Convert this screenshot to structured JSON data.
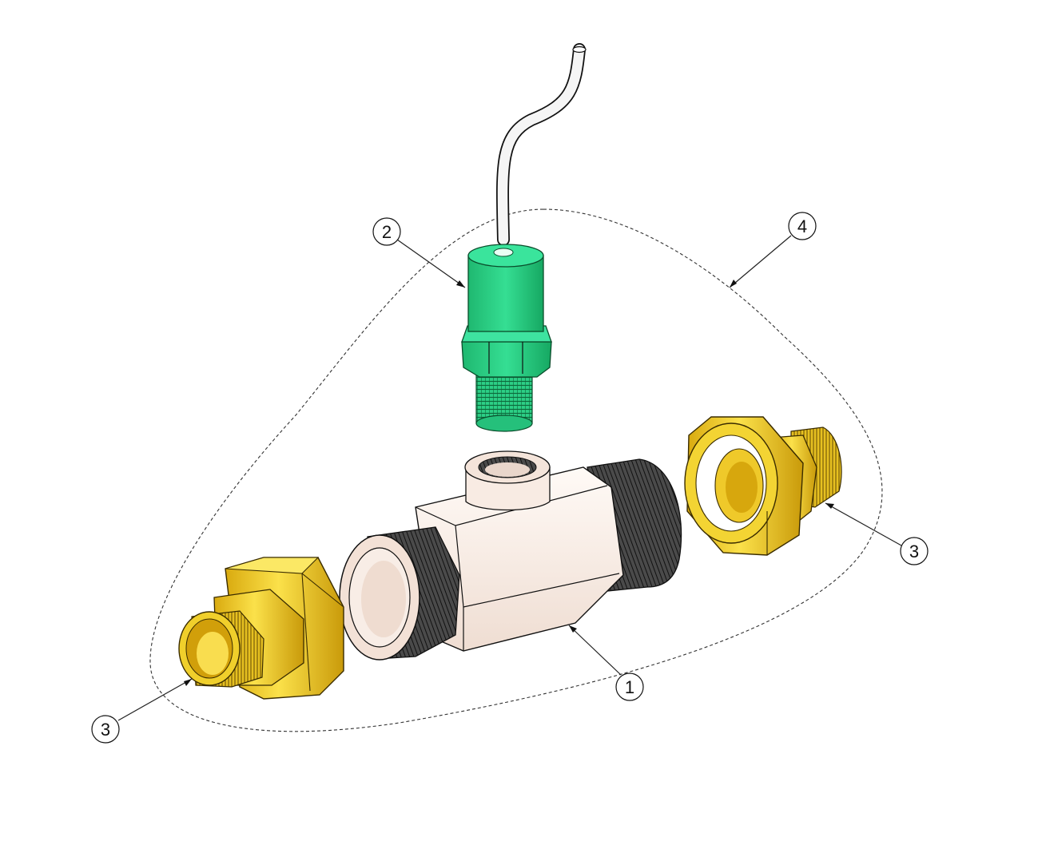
{
  "drawing": {
    "balloons": [
      {
        "id": "balloon-1",
        "label": "1"
      },
      {
        "id": "balloon-2",
        "label": "2"
      },
      {
        "id": "balloon-3-left",
        "label": "3"
      },
      {
        "id": "balloon-3-right",
        "label": "3"
      },
      {
        "id": "balloon-4",
        "label": "4"
      }
    ],
    "colors": {
      "brass": "#f2d21a",
      "brass_dark": "#c9a30e",
      "sensor_green": "#2fd38a",
      "body": "#f7e7dd",
      "thread": "#2a2a2a",
      "cable": "#f4f4f4"
    }
  }
}
